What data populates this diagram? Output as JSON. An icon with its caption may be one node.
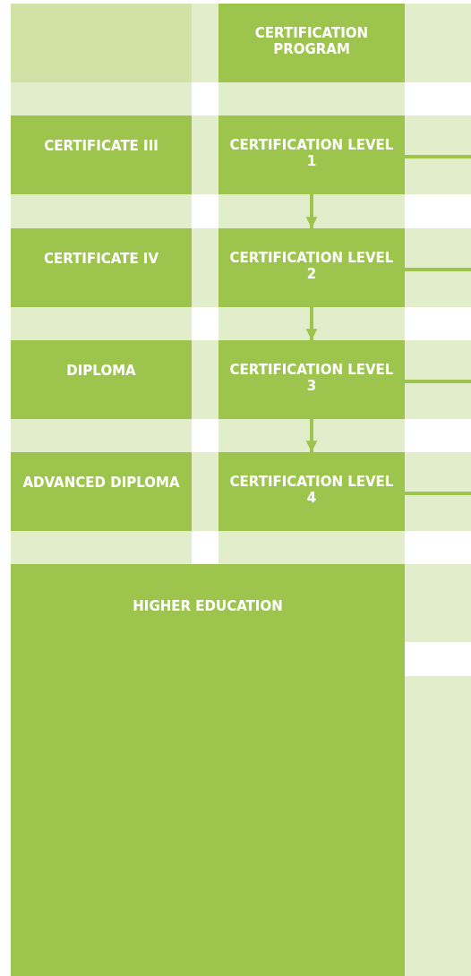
{
  "diagram": {
    "nodes": [
      {
        "text": [],
        "shape": "box"
      },
      {
        "text": [
          "CERTIFICATION PROGRAM"
        ]
      },
      {
        "text": [
          "CERTIFICATE III"
        ]
      },
      {
        "text": [
          "CERTIFICATION LEVEL 1"
        ]
      },
      {
        "text": [
          "CERTIFICATE IV"
        ]
      },
      {
        "text": [
          "CERTIFICATION LEVEL 2"
        ]
      },
      {
        "text": [
          "DIPLOMA"
        ]
      },
      {
        "text": [
          "CERTIFICATION LEVEL 3"
        ]
      },
      {
        "text": [
          "ADVANCED DIPLOMA"
        ]
      },
      {
        "text": [
          "CERTIFICATION LEVEL 4"
        ]
      },
      {
        "text": [
          "HIGHER EDUCATION"
        ]
      }
    ],
    "edges": [
      {
        "from": 3,
        "to": 5,
        "arrow": "to"
      },
      {
        "from": 5,
        "to": 7,
        "arrow": "to"
      },
      {
        "from": 7,
        "to": 9,
        "arrow": "to"
      },
      {
        "from": 3,
        "to": null,
        "arrow": "none"
      },
      {
        "from": 5,
        "to": null,
        "arrow": "none"
      },
      {
        "from": 7,
        "to": null,
        "arrow": "none"
      },
      {
        "from": 9,
        "to": null,
        "arrow": "none"
      }
    ]
  }
}
